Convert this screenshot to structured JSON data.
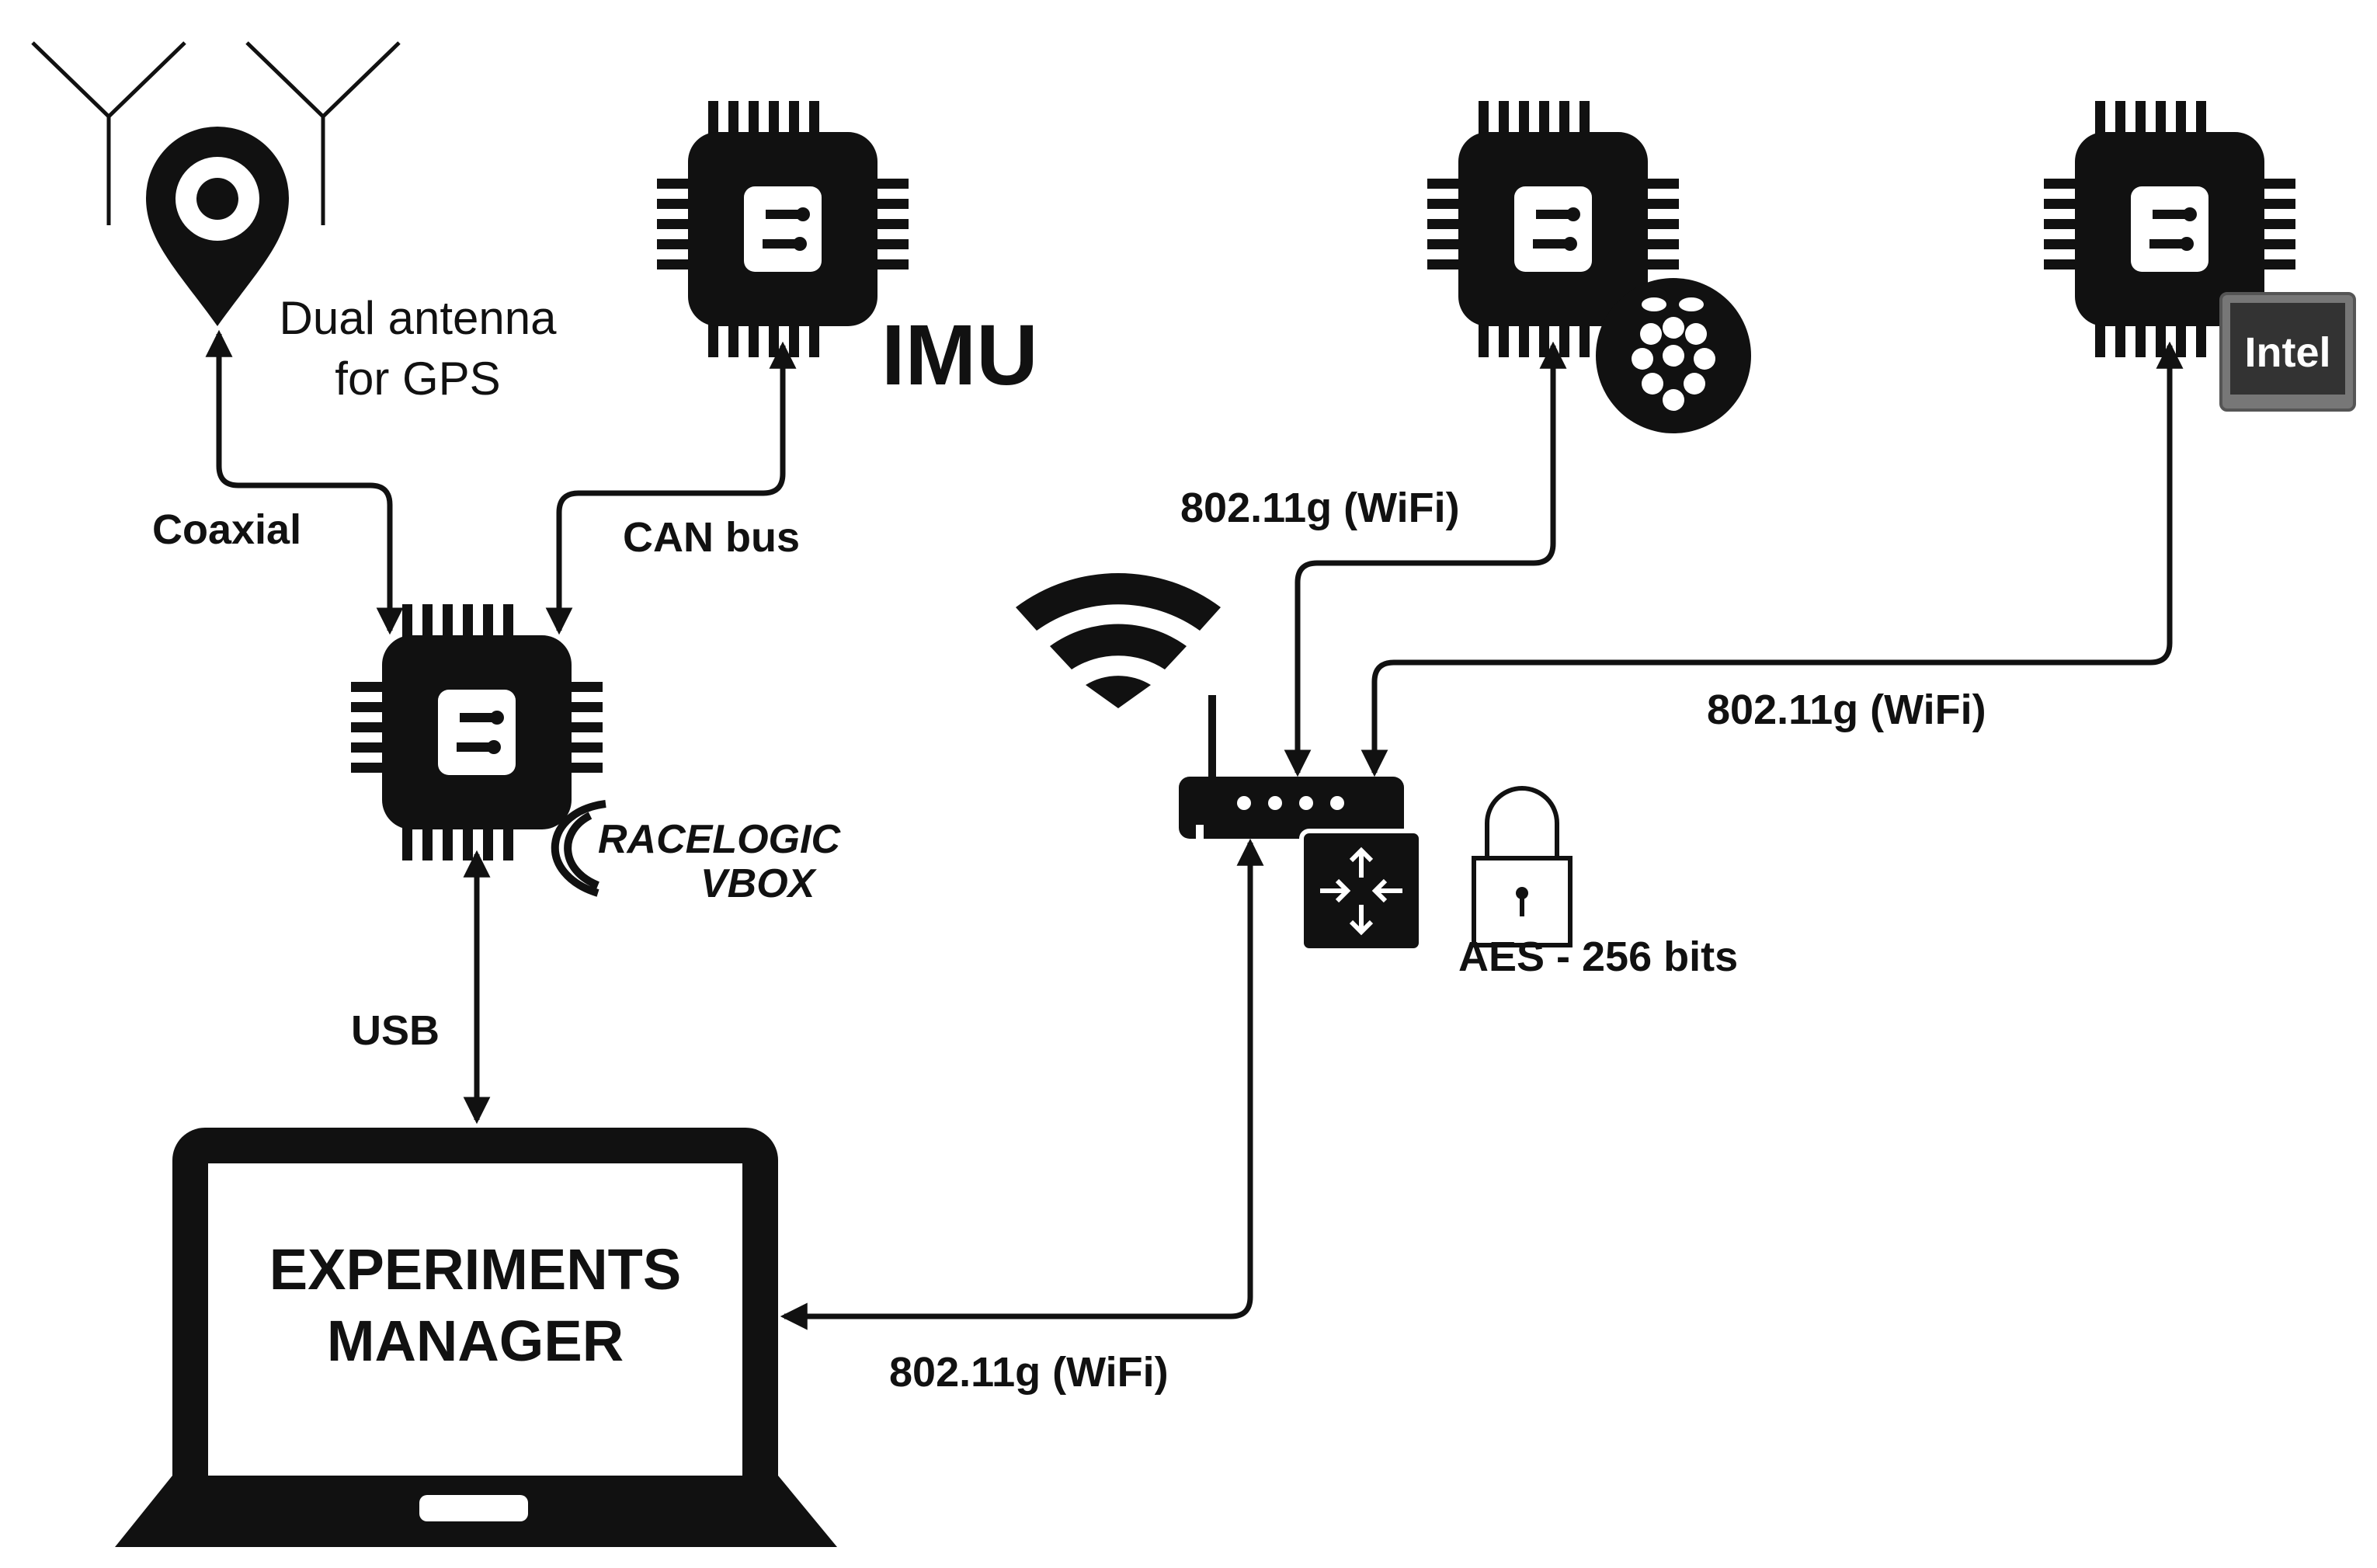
{
  "gps": {
    "label_line1": "Dual antenna",
    "label_line2": "for GPS"
  },
  "imu": {
    "label": "IMU"
  },
  "links": {
    "coaxial": "Coaxial",
    "can_bus": "CAN bus",
    "usb": "USB",
    "wifi_raspberry": "802.11g (WiFi)",
    "wifi_intel": "802.11g (WiFi)",
    "wifi_manager": "802.11g (WiFi)"
  },
  "vbox": {
    "line1": "RACELOGIC",
    "line2": "VBOX"
  },
  "intel": {
    "label": "Intel"
  },
  "security": {
    "label": "AES - 256 bits"
  },
  "manager": {
    "line1": "EXPERIMENTS",
    "line2": "MANAGER"
  },
  "icons": {
    "chip": "chip-icon",
    "antenna": "antenna-icon",
    "gps_pin": "map-pin-icon",
    "wifi": "wifi-icon",
    "router": "router-icon",
    "switch": "network-switch-icon",
    "lock": "lock-icon",
    "raspberry": "raspberry-pi-icon",
    "laptop": "laptop-icon"
  },
  "colors": {
    "ink": "#111111",
    "background": "#ffffff"
  }
}
